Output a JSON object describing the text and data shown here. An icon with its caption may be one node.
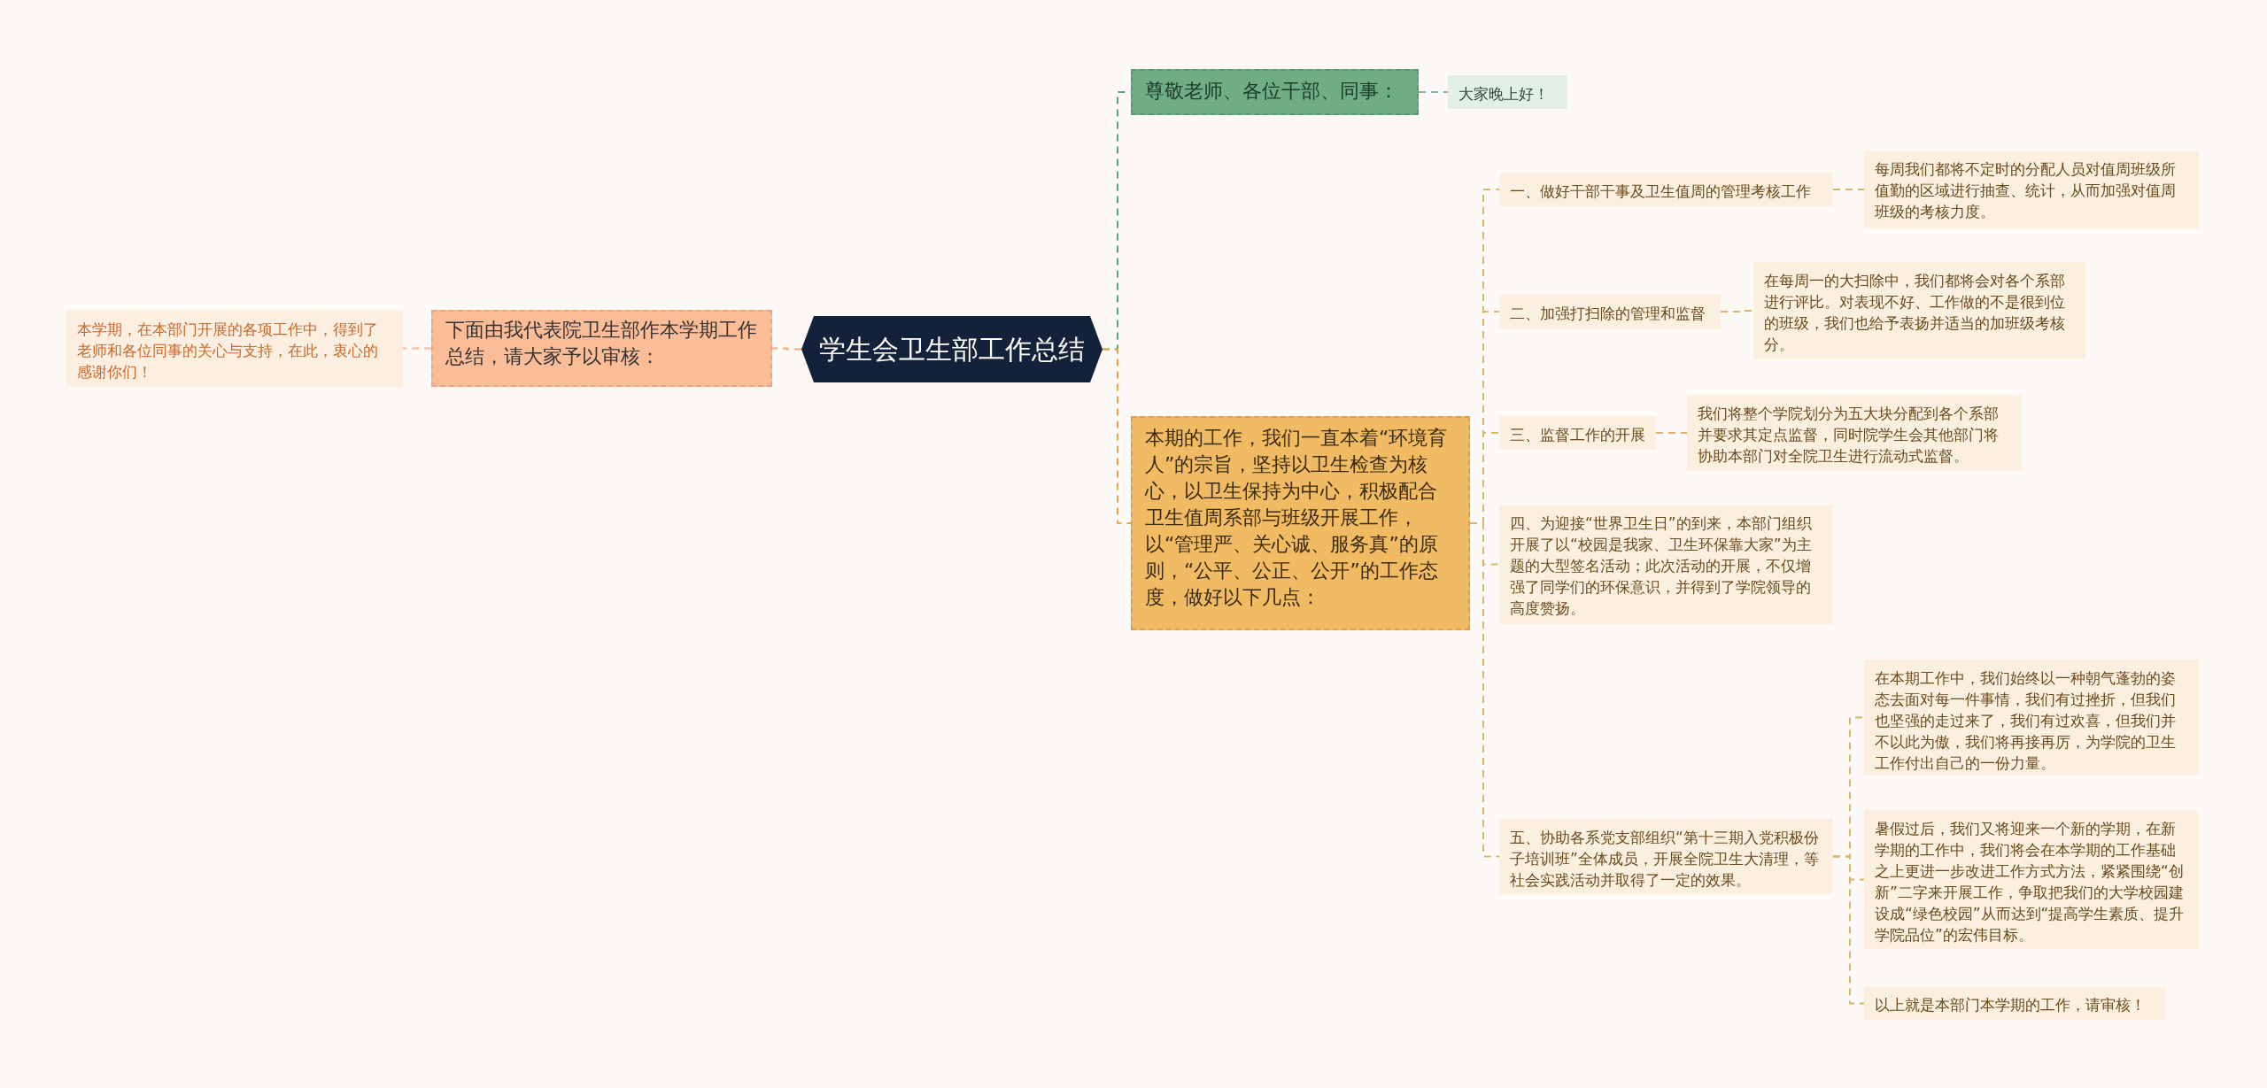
{
  "diagram": {
    "nodes": [
      {
        "text": [
          "学生会卫生部工作总结"
        ]
      },
      {
        "text": [
          "下面由我代表院卫生部作本学期工作总结，请大家予以审核："
        ]
      },
      {
        "text": [
          "本学期，在本部门开展的各项工作中，得到了老师和各位同事的关心与支持，在此，衷心的感谢你们！"
        ]
      },
      {
        "text": [
          "尊敬老师、各位干部、同事："
        ]
      },
      {
        "text": [
          "大家晚上好！"
        ]
      },
      {
        "text": [
          "本期的工作，我们一直本着“环境育人”的宗旨，坚持以卫生检查为核心，以卫生保持为中心，积极配合卫生值周系部与班级开展工作，以“管理严、关心诚、服务真”的原则，“公平、公正、公开”的工作态度，做好以下几点："
        ]
      },
      {
        "text": [
          "一、做好干部干事及卫生值周的管理考核工作"
        ]
      },
      {
        "text": [
          "每周我们都将不定时的分配人员对值周班级所值勤的区域进行抽查、统计，从而加强对值周班级的考核力度。"
        ]
      },
      {
        "text": [
          "二、加强打扫除的管理和监督"
        ]
      },
      {
        "text": [
          "在每周一的大扫除中，我们都将会对各个系部进行评比。对表现不好、工作做的不是很到位的班级，我们也给予表扬并适当的加班级考核分。"
        ]
      },
      {
        "text": [
          "三、监督工作的开展"
        ]
      },
      {
        "text": [
          "我们将整个学院划分为五大块分配到各个系部并要求其定点监督，同时院学生会其他部门将协助本部门对全院卫生进行流动式监督。"
        ]
      },
      {
        "text": [
          "四、为迎接“世界卫生日”的到来，本部门组织开展了以“校园是我家、卫生环保靠大家”为主题的大型签名活动；此次活动的开展，不仅增强了同学们的环保意识，并得到了学院领导的高度赞扬。"
        ]
      },
      {
        "text": [
          "五、协助各系党支部组织“第十三期入党积极份子培训班”全体成员，开展全院卫生大清理，等社会实践活动并取得了一定的效果。"
        ]
      },
      {
        "text": [
          "在本期工作中，我们始终以一种朝气蓬勃的姿态去面对每一件事情，我们有过挫折，但我们也坚强的走过来了，我们有过欢喜，但我们并不以此为傲，我们将再接再厉，为学院的卫生工作付出自己的一份力量。"
        ]
      },
      {
        "text": [
          "暑假过后，我们又将迎来一个新的学期，在新学期的工作中，我们将会在本学期的工作基础之上更进一步改进工作方式方法，紧紧围绕“创新”二字来开展工作，争取把我们的大学校园建设成“绿色校园”从而达到“提高学生素质、提升学院品位”的宏伟目标。"
        ]
      },
      {
        "text": [
          "以上就是本部门本学期的工作，请审核！"
        ]
      }
    ],
    "edges": [
      {
        "from": 0,
        "to": 1,
        "arrow": "none",
        "style": "dashed",
        "color": "#f2a87c"
      },
      {
        "from": 1,
        "to": 2,
        "arrow": "none",
        "style": "dashed",
        "color": "#f2b896"
      },
      {
        "from": 0,
        "to": 3,
        "arrow": "none",
        "style": "dashed",
        "color": "#5f9e78"
      },
      {
        "from": 3,
        "to": 4,
        "arrow": "none",
        "style": "dashed",
        "color": "#86b897"
      },
      {
        "from": 0,
        "to": 5,
        "arrow": "none",
        "style": "dashed",
        "color": "#e4a748"
      },
      {
        "from": 5,
        "to": 6,
        "arrow": "none",
        "style": "dashed"
      },
      {
        "from": 5,
        "to": 8,
        "arrow": "none",
        "style": "dashed"
      },
      {
        "from": 5,
        "to": 10,
        "arrow": "none",
        "style": "dashed"
      },
      {
        "from": 5,
        "to": 12,
        "arrow": "none",
        "style": "dashed"
      },
      {
        "from": 5,
        "to": 13,
        "arrow": "none",
        "style": "dashed"
      },
      {
        "from": 6,
        "to": 7,
        "arrow": "none",
        "style": "dashed"
      },
      {
        "from": 8,
        "to": 9,
        "arrow": "none",
        "style": "dashed"
      },
      {
        "from": 10,
        "to": 11,
        "arrow": "none",
        "style": "dashed"
      },
      {
        "from": 13,
        "to": 14,
        "arrow": "none",
        "style": "dashed"
      },
      {
        "from": 13,
        "to": 15,
        "arrow": "none",
        "style": "dashed"
      },
      {
        "from": 13,
        "to": 16,
        "arrow": "none",
        "style": "dashed"
      }
    ]
  }
}
